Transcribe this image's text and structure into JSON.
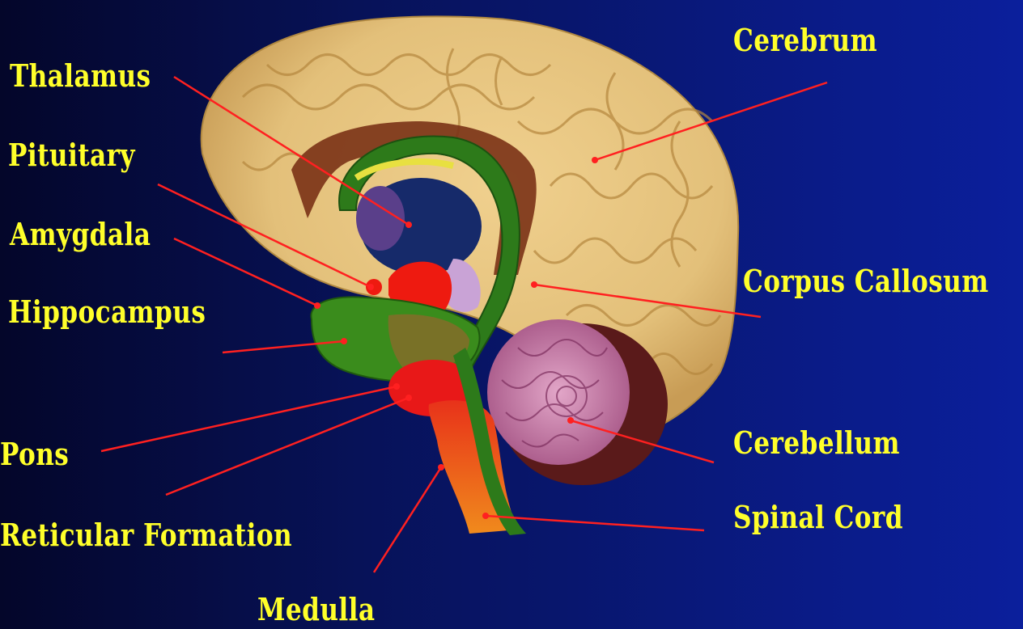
{
  "labels": {
    "thalamus": "Thalamus",
    "pituitary": "Pituitary",
    "amygdala": "Amygdala",
    "hippocampus": "Hippocampus",
    "pons": "Pons",
    "reticular_formation": "Reticular Formation",
    "medulla": "Medulla",
    "cerebrum": "Cerebrum",
    "corpus_callosum": "Corpus Callosum",
    "cerebellum": "Cerebellum",
    "spinal_cord": "Spinal Cord"
  },
  "colors": {
    "label_text": "#ffff2a",
    "pointer_line": "#ff2020",
    "background_left": "#04062a",
    "background_right": "#0b1f9c",
    "cerebrum": "#e3c07a",
    "cerebellum": "#c77aa6",
    "brainstem": "#e4501e",
    "hippocampus": "#2f7d1a",
    "thalamus": "#162a6a",
    "pons": "#e81818"
  }
}
